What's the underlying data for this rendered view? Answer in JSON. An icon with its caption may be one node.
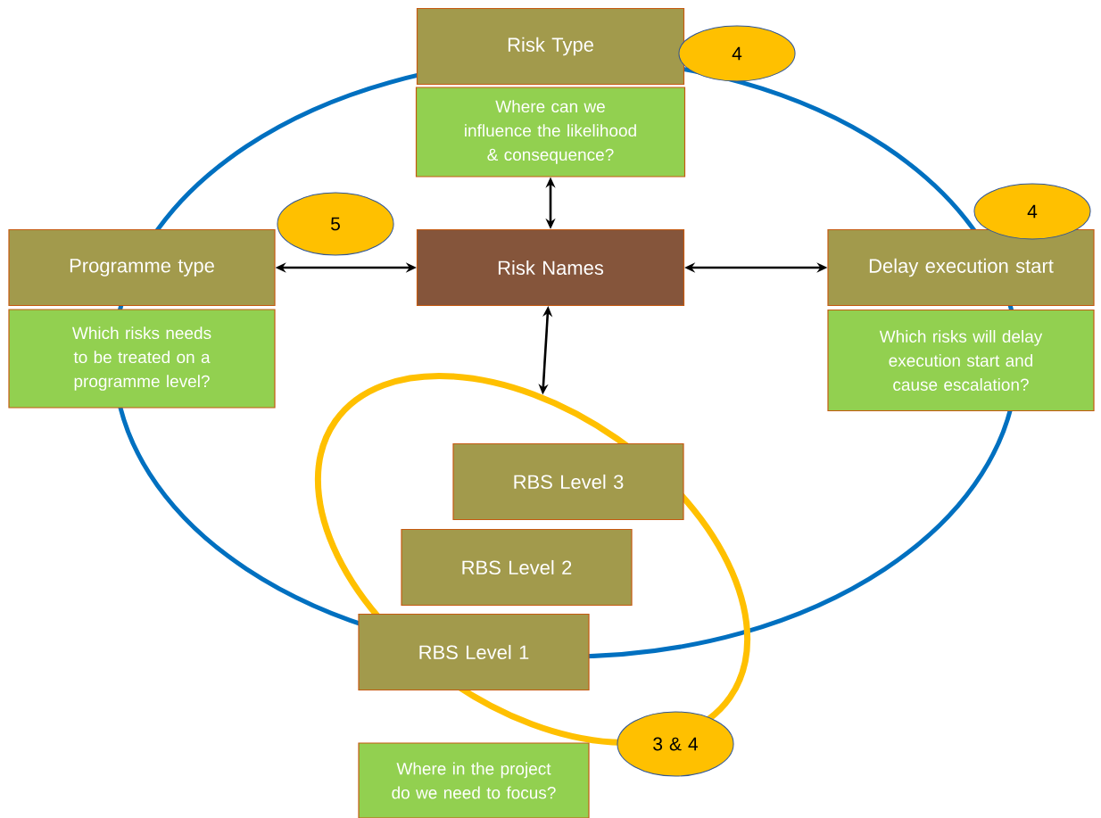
{
  "diagram": {
    "nodes": [
      {
        "text": [
          "Risk Type"
        ]
      },
      {
        "text": [
          "Where can we influence the likelihood & consequence?"
        ]
      },
      {
        "text": [
          "Programme type"
        ]
      },
      {
        "text": [
          "Which risks needs to be treated on a programme level?"
        ]
      },
      {
        "text": [
          "Risk Names"
        ]
      },
      {
        "text": [
          "Delay execution start"
        ]
      },
      {
        "text": [
          "Which risks will delay execution start and cause escalation?"
        ]
      },
      {
        "text": [],
        "shape": "ellipse"
      },
      {
        "text": [
          "RBS Level 3"
        ],
        "in": 7
      },
      {
        "text": [
          "RBS Level 2"
        ],
        "in": 7
      },
      {
        "text": [
          "RBS Level 1"
        ],
        "in": 7
      },
      {
        "text": [
          "Where in the project do we need to focus?"
        ]
      },
      {
        "text": [
          "4"
        ]
      },
      {
        "text": [
          "4"
        ]
      },
      {
        "text": [
          "5"
        ]
      },
      {
        "text": [
          "3 & 4"
        ]
      }
    ],
    "edges": [
      {
        "from": 4,
        "to": 1,
        "arrow": "both"
      },
      {
        "from": 2,
        "to": 4,
        "arrow": "both"
      },
      {
        "from": 4,
        "to": 5,
        "arrow": "both"
      },
      {
        "from": 4,
        "to": 7,
        "arrow": "both"
      }
    ]
  }
}
